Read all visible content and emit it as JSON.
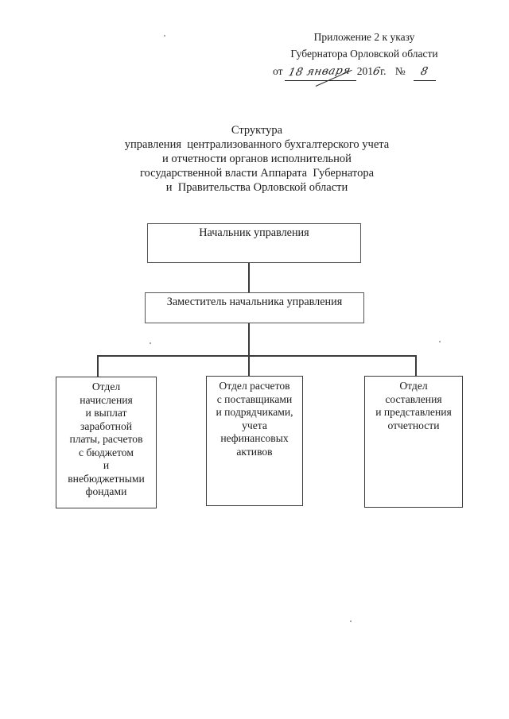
{
  "header": {
    "line1": "Приложение 2 к указу",
    "line2": "Губернатора Орловской области",
    "date_prefix": "от",
    "handwritten_day_month": "18 января",
    "year_typed": "201",
    "handwritten_year_digit": "6",
    "year_suffix": "г.",
    "number_label": "№",
    "handwritten_number": "8"
  },
  "title": {
    "text": "Структура\nуправления  централизованного бухгалтерского учета\nи отчетности органов исполнительной\nгосударственной власти Аппарата  Губернатора\nи  Правительства Орловской области"
  },
  "org_chart": {
    "head": "Начальник управления",
    "deputy": "Заместитель начальника управления",
    "departments": [
      {
        "name": "Отдел\nначисления\nи выплат\nзаработной\nплаты, расчетов\nс бюджетом\nи\nвнебюджетными\nфондами"
      },
      {
        "name": "Отдел расчетов\nс поставщиками\nи подрядчиками,\nучета\nнефинансовых\nактивов"
      },
      {
        "name": "Отдел\nсоставления\nи представления\nотчетности"
      }
    ]
  },
  "colors": {
    "paper": "#ffffff",
    "ink": "#1c1c1c",
    "line": "#3a3a3a"
  }
}
